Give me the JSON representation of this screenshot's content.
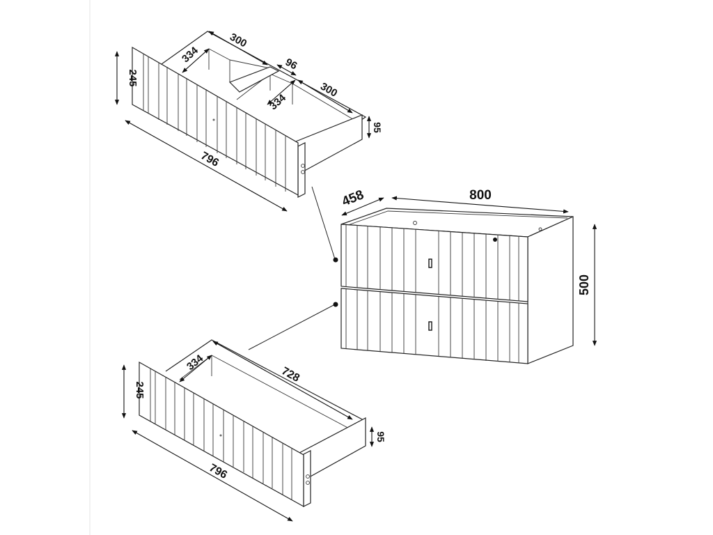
{
  "top_drawer": {
    "width": "796",
    "height": "245",
    "inner_depth_left": "334",
    "inner_length_left": "300",
    "divider": "96",
    "inner_depth_right": "334",
    "inner_length_right": "300",
    "side_height": "95"
  },
  "cabinet": {
    "depth": "458",
    "width": "800",
    "height": "500"
  },
  "bottom_drawer": {
    "width": "796",
    "height": "245",
    "inner_depth": "334",
    "inner_length": "728",
    "side_height": "95"
  }
}
